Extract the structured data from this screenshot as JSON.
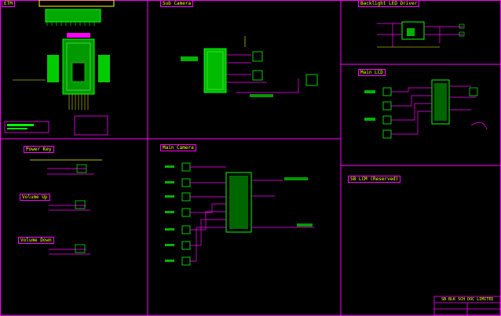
{
  "sheet": {
    "background": "#000000",
    "border_color": "#ff00ff",
    "wire_color": "#ff00ff",
    "part_color": "#00ff00",
    "text_color": "#ffff00"
  },
  "sections": {
    "etm": "ETM",
    "sub_camera": "Sub Camera",
    "backlight": "Backlight LED Driver",
    "main_lcd": "Main LCD",
    "power_key": "Power Key",
    "volume_up": "Volume Up",
    "volume_down": "Volume Down",
    "main_camera": "Main Camera",
    "sub_lcm": "SB LCM (Reserved)"
  },
  "title_block": {
    "line1": "SB BLK SCH DOC LIMITED"
  }
}
